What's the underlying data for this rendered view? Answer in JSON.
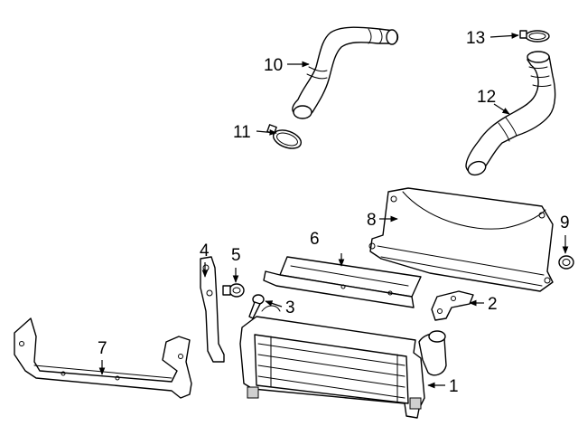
{
  "diagram": {
    "background_color": "#ffffff",
    "line_color": "#000000",
    "callouts": [
      {
        "id": "1",
        "label": "1"
      },
      {
        "id": "2",
        "label": "2"
      },
      {
        "id": "3",
        "label": "3"
      },
      {
        "id": "4",
        "label": "4"
      },
      {
        "id": "5",
        "label": "5"
      },
      {
        "id": "6",
        "label": "6"
      },
      {
        "id": "7",
        "label": "7"
      },
      {
        "id": "8",
        "label": "8"
      },
      {
        "id": "9",
        "label": "9"
      },
      {
        "id": "10",
        "label": "10"
      },
      {
        "id": "11",
        "label": "11"
      },
      {
        "id": "12",
        "label": "12"
      },
      {
        "id": "13",
        "label": "13"
      }
    ]
  }
}
